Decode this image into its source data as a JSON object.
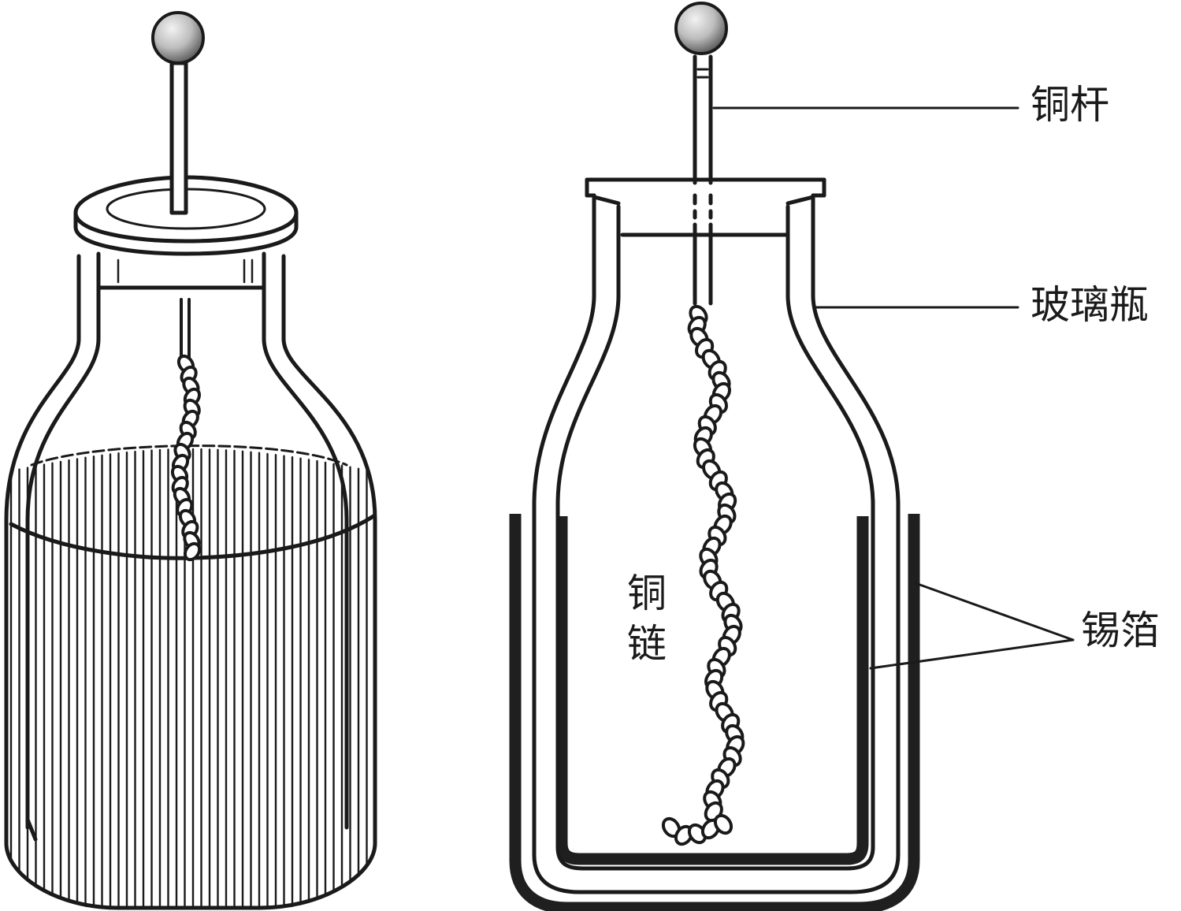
{
  "labels": {
    "copper_rod": "铜杆",
    "glass_jar": "玻璃瓶",
    "tin_foil": "锡箔",
    "copper_chain": "铜链"
  },
  "colors": {
    "line": "#1a1a1a",
    "foil": "#1f1f1f",
    "background": "#ffffff",
    "ball_highlight": "#f2f2f2",
    "ball_shadow": "#5a5a5a"
  },
  "figures": [
    {
      "id": "jar-exterior-view",
      "icons": [
        "metal-ball-icon",
        "copper-rod-icon",
        "lid-icon",
        "stopper-icon",
        "copper-chain-icon",
        "tin-foil-wrap-icon",
        "glass-jar-icon"
      ]
    },
    {
      "id": "jar-cross-section",
      "icons": [
        "metal-ball-icon",
        "copper-rod-icon",
        "stopper-icon",
        "copper-chain-icon",
        "tin-foil-icon",
        "glass-jar-icon"
      ]
    }
  ]
}
